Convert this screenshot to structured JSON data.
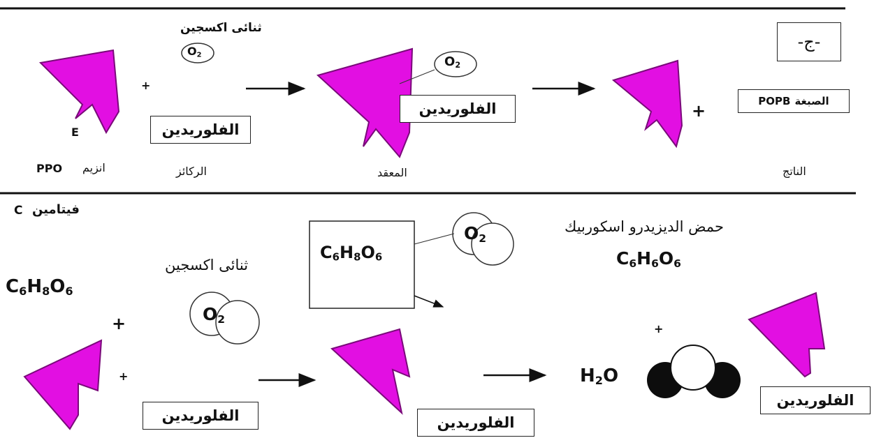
{
  "labels": {
    "section_tag": "-ج-",
    "oxygen_top": "ثنائى اكسجين",
    "dye": "الصبغة",
    "dye_code": "POPB",
    "enzyme_letter": "E",
    "enzyme": "انزيم",
    "enzyme_code": "PPO",
    "substrate": "الركائز",
    "complex": "المعقد",
    "product": "الناتج",
    "vitamin": "فيتامين",
    "vitamin_code": "C",
    "oxygen_bottom": "ثنائى اكسجين",
    "acid_name": "حمض الديزيدرو اسكوربيك"
  },
  "boxes": {
    "top_substrate": "الفلوريدين",
    "top_complex": "الفلوريدين",
    "bottom_substrate": "الفلوريدين",
    "bottom_complex": "الفلوريدين",
    "bottom_product": "الفلوريدين"
  },
  "formulas": {
    "oxygen": {
      "base": "O",
      "sub": "2"
    },
    "vitamin_c": [
      {
        "el": "C",
        "n": "6"
      },
      {
        "el": "H",
        "n": "8"
      },
      {
        "el": "O",
        "n": "6"
      }
    ],
    "complex": [
      {
        "el": "C",
        "n": "6"
      },
      {
        "el": "H",
        "n": "8"
      },
      {
        "el": "O",
        "n": "6"
      }
    ],
    "dehydroascorbic": [
      {
        "el": "C",
        "n": "6"
      },
      {
        "el": "H",
        "n": "6"
      },
      {
        "el": "O",
        "n": "6"
      }
    ],
    "water": {
      "a": "H",
      "n": "2",
      "b": "O"
    }
  },
  "plus_sign": "+",
  "colors": {
    "enzyme_fill": "#e20fe2",
    "enzyme_stroke": "#7a0a7a",
    "line": "#111111"
  }
}
